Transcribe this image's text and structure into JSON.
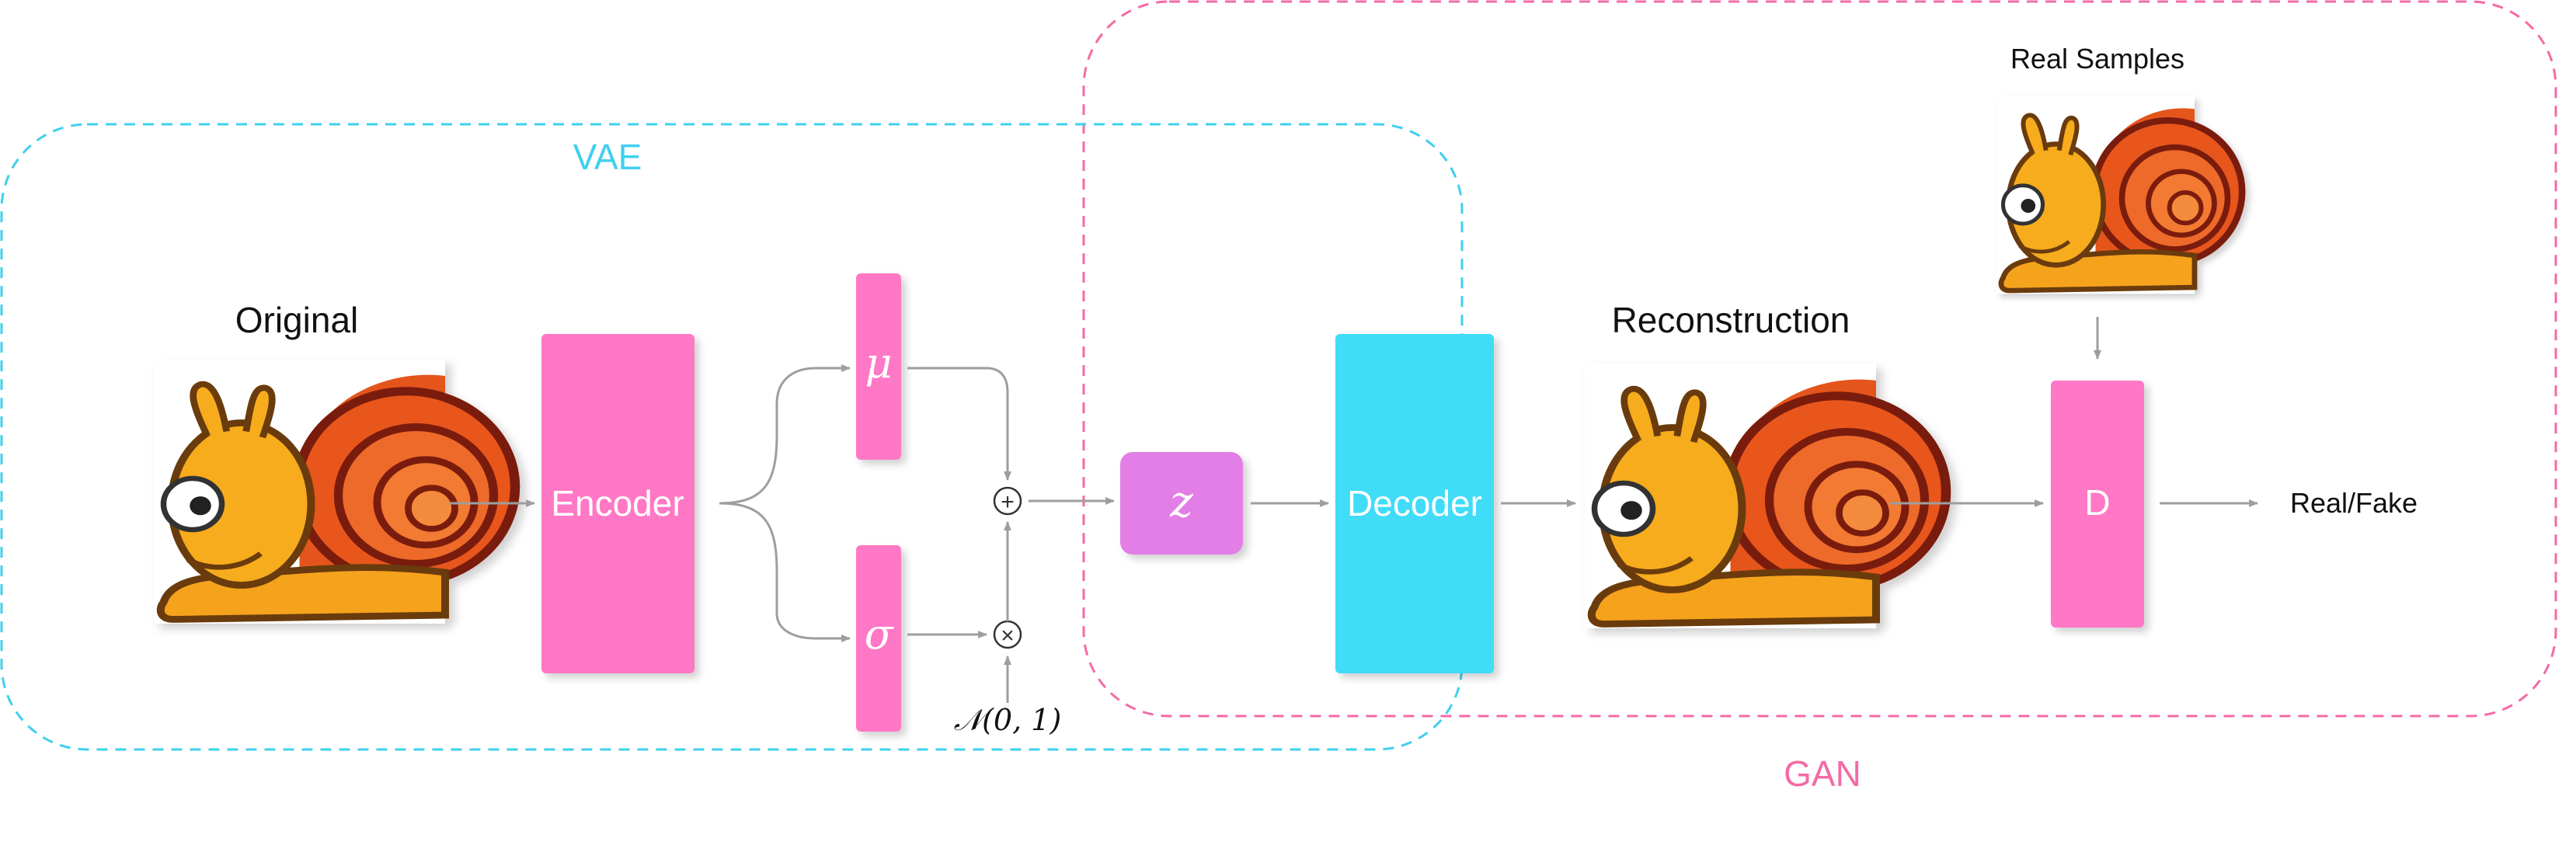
{
  "groups": {
    "vae_label": "VAE",
    "gan_label": "GAN"
  },
  "labels": {
    "original": "Original",
    "reconstruction": "Reconstruction",
    "real_samples": "Real Samples",
    "output": "Real/Fake"
  },
  "blocks": {
    "encoder": "Encoder",
    "mu": "μ",
    "sigma": "σ",
    "z": "z",
    "decoder": "Decoder",
    "discriminator": "D"
  },
  "ops": {
    "add": "+",
    "multiply": "×",
    "noise": "𝒩(0, 1)"
  },
  "colors": {
    "vae_border": "#3fd0ef",
    "gan_border": "#f46aa6",
    "pink_block": "#ff78c5",
    "cyan_block": "#3fdcf8",
    "violet_block": "#e27ee6",
    "arrow": "#9e9e9e"
  },
  "icons": {
    "original_image": "snail-illustration",
    "reconstruction_image": "pixelated-snail-illustration",
    "real_sample_image": "pixelated-snail-illustration"
  }
}
